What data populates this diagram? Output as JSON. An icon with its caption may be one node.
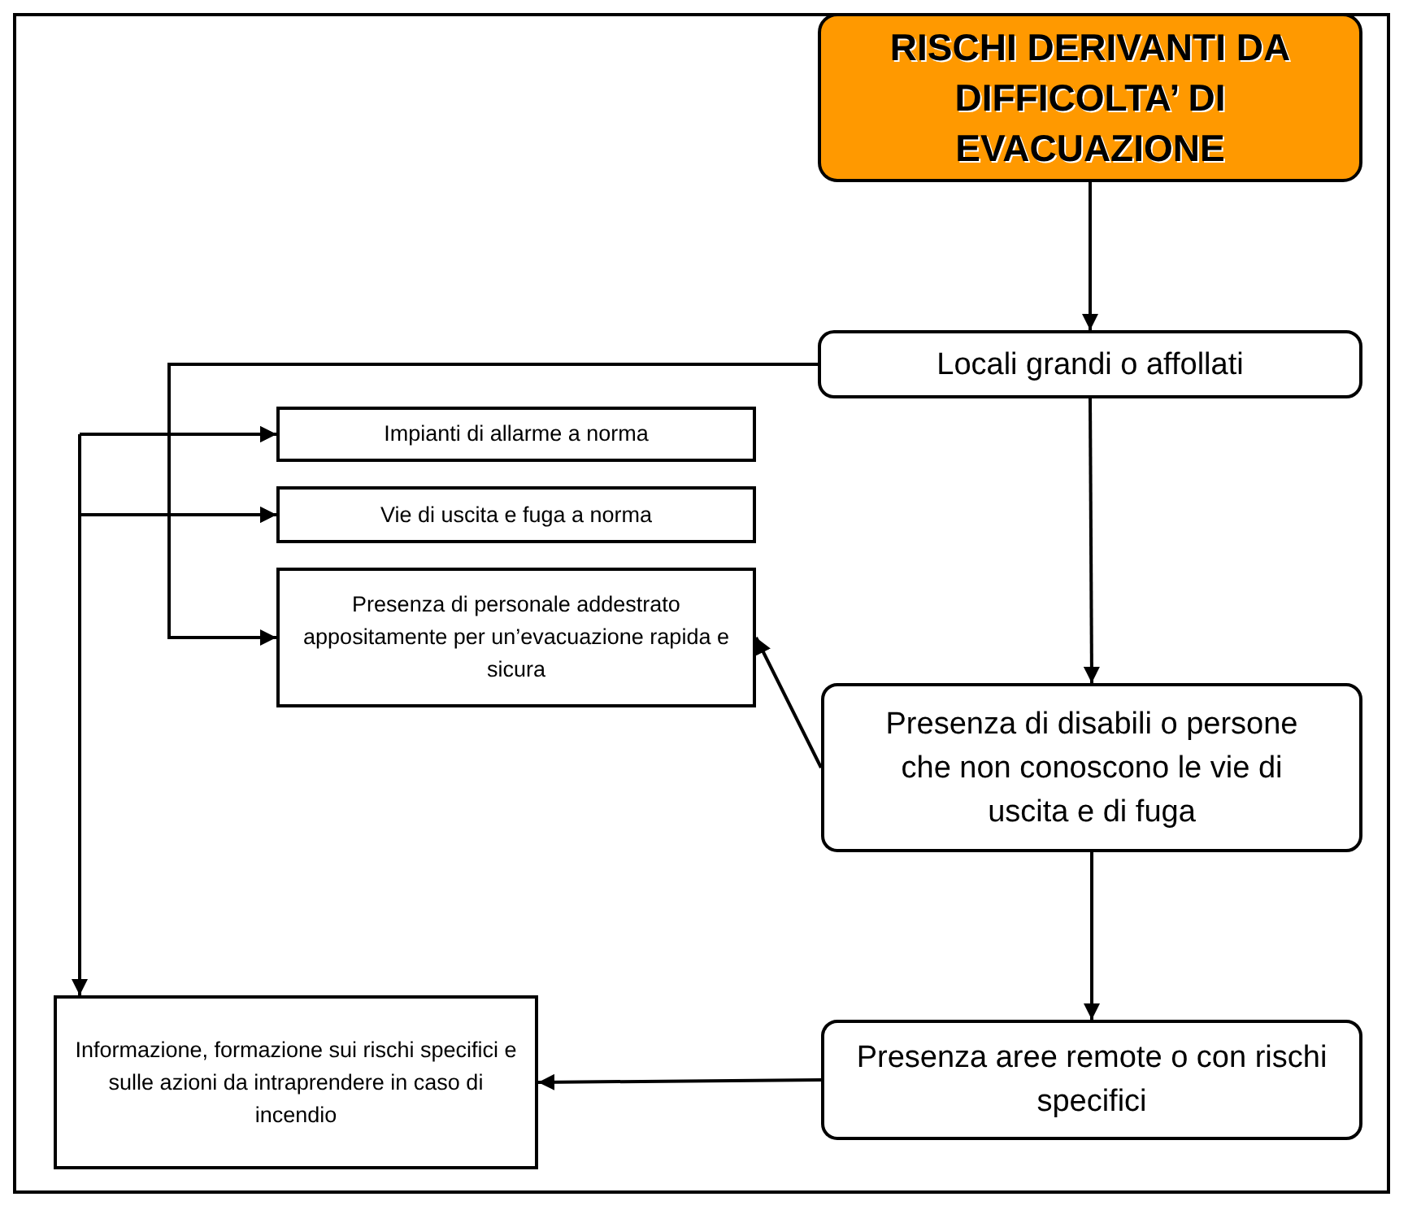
{
  "diagram": {
    "nodes": [
      {
        "text": [
          "RISCHI DERIVANTI DA DIFFICOLTA’ DI EVACUAZIONE"
        ]
      },
      {
        "text": [
          "Locali grandi o affollati"
        ]
      },
      {
        "text": [
          "Impianti di allarme a norma"
        ]
      },
      {
        "text": [
          "Vie di uscita e fuga a norma"
        ]
      },
      {
        "text": [
          "Presenza di personale addestrato appositamente per un’evacuazione rapida e sicura"
        ]
      },
      {
        "text": [
          "Presenza di disabili o persone che non conoscono le vie di uscita e di fuga"
        ]
      },
      {
        "text": [
          "Presenza aree remote o con rischi specifici"
        ]
      },
      {
        "text": [
          "Informazione, formazione sui rischi specifici e sulle azioni da intraprendere in caso di incendio"
        ]
      }
    ],
    "edges": [
      {
        "from": 0,
        "to": 1,
        "arrow": "to"
      },
      {
        "from": 1,
        "to": 2,
        "arrow": "to"
      },
      {
        "from": 1,
        "to": 3,
        "arrow": "to"
      },
      {
        "from": 1,
        "to": 4,
        "arrow": "to"
      },
      {
        "from": null,
        "to": 2,
        "arrow": "to"
      },
      {
        "from": null,
        "to": 3,
        "arrow": "to"
      },
      {
        "from": null,
        "to": 7,
        "arrow": "to"
      },
      {
        "from": 1,
        "to": 5,
        "arrow": "to"
      },
      {
        "from": 5,
        "to": 4,
        "arrow": "to"
      },
      {
        "from": 5,
        "to": 6,
        "arrow": "to"
      },
      {
        "from": 6,
        "to": 7,
        "arrow": "to"
      }
    ]
  }
}
